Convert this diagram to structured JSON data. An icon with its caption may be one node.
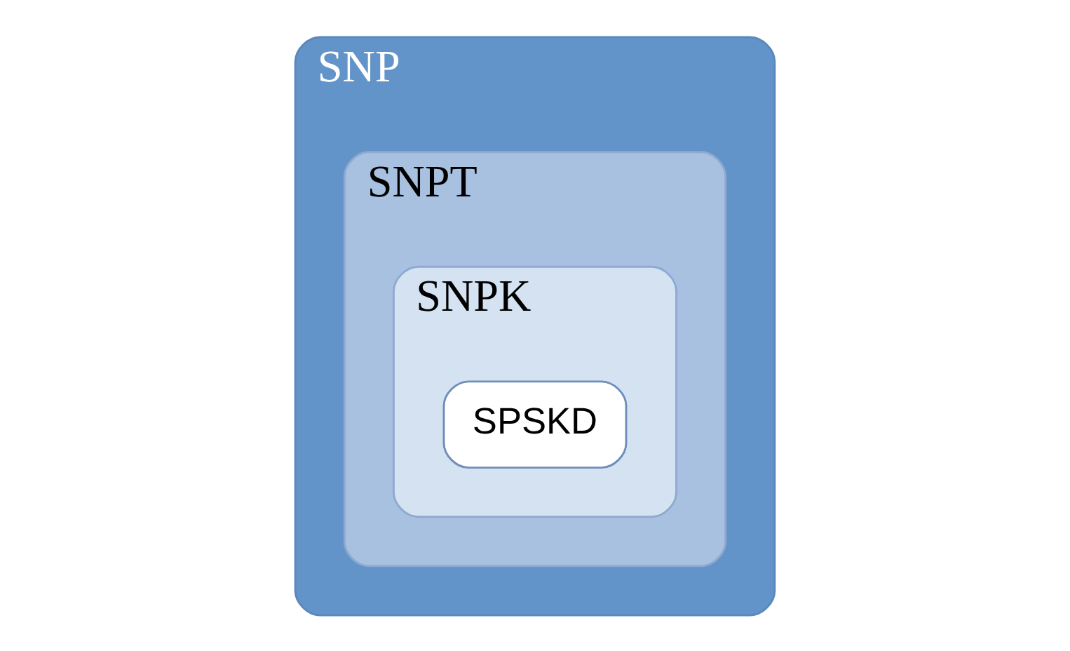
{
  "diagram": {
    "nodes": [
      {
        "text": [
          "SNP"
        ]
      },
      {
        "text": [
          "SNPT"
        ],
        "in": 0
      },
      {
        "text": [
          "SNPK"
        ],
        "in": 1
      },
      {
        "text": [
          "SPSKD"
        ],
        "in": 2
      }
    ]
  }
}
